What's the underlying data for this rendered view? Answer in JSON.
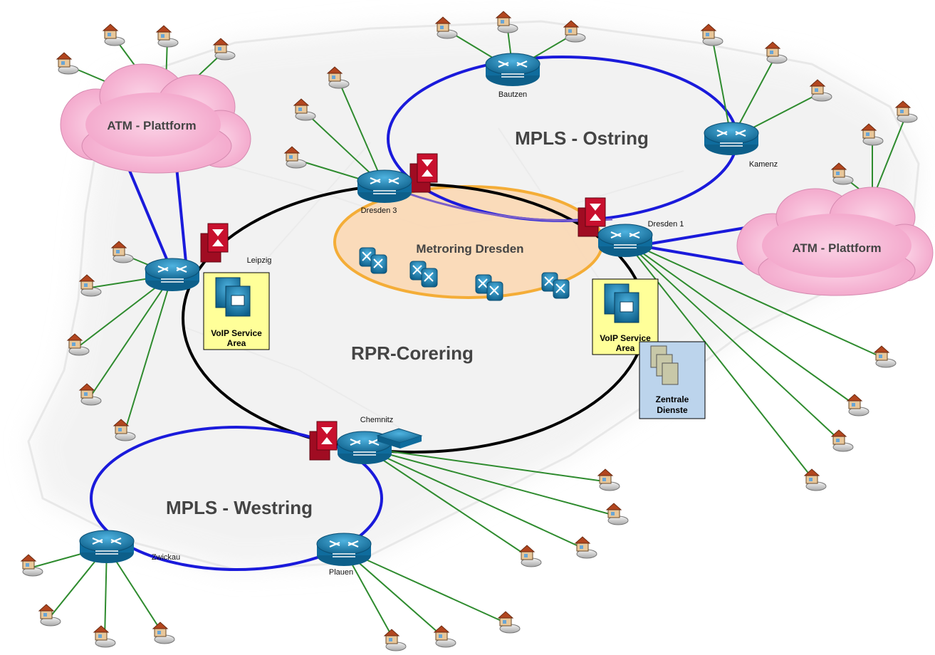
{
  "rings": {
    "core": "RPR-Corering",
    "ost": "MPLS - Ostring",
    "west": "MPLS - Westring",
    "metro": "Metroring Dresden"
  },
  "clouds": {
    "left": "ATM - Plattform",
    "right": "ATM - Plattform"
  },
  "routers": {
    "bautzen": "Bautzen",
    "kamenz": "Kamenz",
    "dresden3": "Dresden 3",
    "dresden1": "Dresden 1",
    "leipzig": "Leipzig",
    "chemnitz": "Chemnitz",
    "zwickau": "Zwickau",
    "plauen": "Plauen"
  },
  "boxes": {
    "voip_left": [
      "VoIP Service",
      "Area"
    ],
    "voip_right": [
      "VoIP Service",
      "Area"
    ],
    "zentrale": [
      "Zentrale",
      "Dienste"
    ]
  },
  "colors": {
    "core_ring": "#000000",
    "mpls_ring": "#1a1adb",
    "metro_ring": "#f5a623",
    "metro_fill": "#fbd9b5",
    "dresden_link": "#7b5fc9",
    "access_link": "#2e8b2e",
    "router_blue": "#1a7fb0",
    "firewall_red": "#c8102e",
    "cloud_pink": "#f5b7d2",
    "voip_box": "#ffff99",
    "zentrale_box": "#bcd4ec"
  }
}
